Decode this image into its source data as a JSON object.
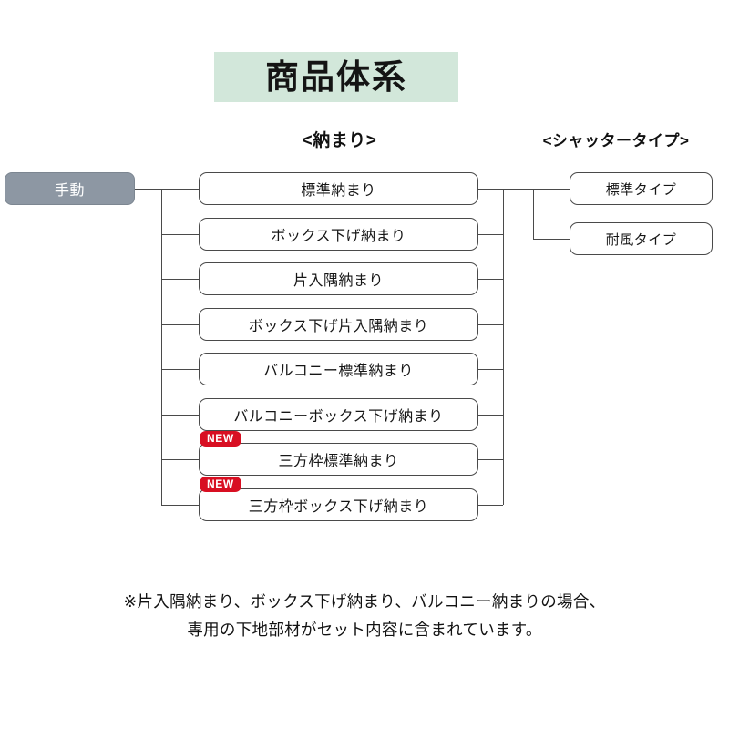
{
  "title": "商品体系",
  "title_bg_color": "#d2e7da",
  "columns": {
    "osamari_header": "<納まり>",
    "shutter_header": "<シャッタータイプ>"
  },
  "root": {
    "label": "手動",
    "bg_color": "#8d97a3",
    "text_color": "#ffffff"
  },
  "badge": {
    "label": "NEW",
    "color": "#d80f22"
  },
  "osamari_items": [
    {
      "label": "標準納まり",
      "new": false
    },
    {
      "label": "ボックス下げ納まり",
      "new": false
    },
    {
      "label": "片入隅納まり",
      "new": false
    },
    {
      "label": "ボックス下げ片入隅納まり",
      "new": false
    },
    {
      "label": "バルコニー標準納まり",
      "new": false
    },
    {
      "label": "バルコニーボックス下げ納まり",
      "new": false
    },
    {
      "label": "三方枠標準納まり",
      "new": true
    },
    {
      "label": "三方枠ボックス下げ納まり",
      "new": true
    }
  ],
  "shutter_items": [
    {
      "label": "標準タイプ"
    },
    {
      "label": "耐風タイプ"
    }
  ],
  "footnote": {
    "line1": "※片入隅納まり、ボックス下げ納まり、バルコニー納まりの場合、",
    "line2": "専用の下地部材がセット内容に含まれています。"
  }
}
